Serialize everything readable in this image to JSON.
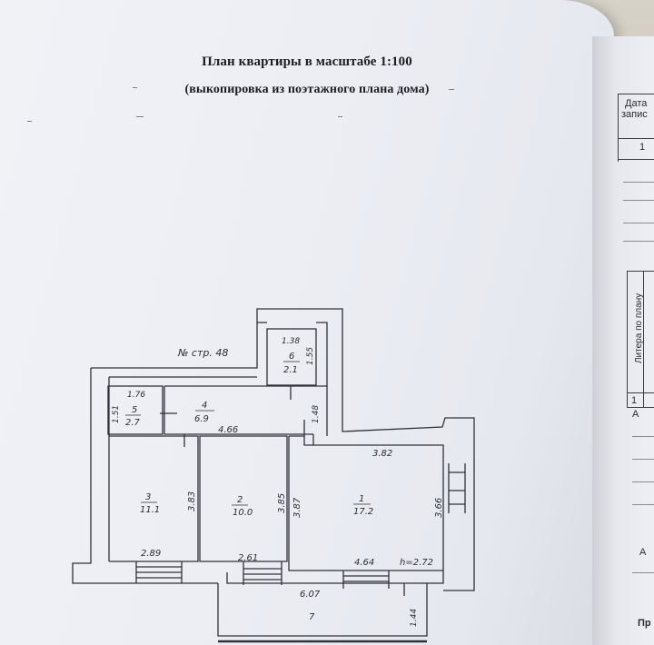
{
  "document": {
    "title_line1": "План квартиры в масштабе 1:100",
    "title_line2": "(выкопировка из поэтажного плана дома)"
  },
  "plan": {
    "stair_note": "№ стр. 48",
    "ceiling_height": "h=2.72",
    "rooms": [
      {
        "number": "1",
        "area": "17.2"
      },
      {
        "number": "2",
        "area": "10.0"
      },
      {
        "number": "3",
        "area": "11.1"
      },
      {
        "number": "4",
        "area": "6.9"
      },
      {
        "number": "5",
        "area": "2.7"
      },
      {
        "number": "6",
        "area": "2.1"
      },
      {
        "number": "7",
        "area": ""
      }
    ],
    "dimensions": {
      "room6_width": "1.38",
      "room6_depth": "1.55",
      "room5_width": "1.76",
      "room5_depth": "1.51",
      "corridor_length": "4.66",
      "corridor_depth": "1.48",
      "room3_depth": "3.83",
      "room2_depth_left": "3.85",
      "room2_depth_right": "3.87",
      "room1_width": "3.82",
      "room1_depth": "3.66",
      "room3_width": "2.89",
      "room2_width": "2.61",
      "room1_width_bottom": "4.64",
      "balcony_width": "6.07",
      "balcony_depth": "1.44"
    }
  },
  "right_page": {
    "header_line1": "Дата",
    "header_line2": "запис",
    "row_number": "1",
    "vertical_header": "Литера по плану",
    "col_number": "1",
    "letter_a1": "А",
    "letter_a2": "А",
    "footer_fragment": "Пр"
  }
}
